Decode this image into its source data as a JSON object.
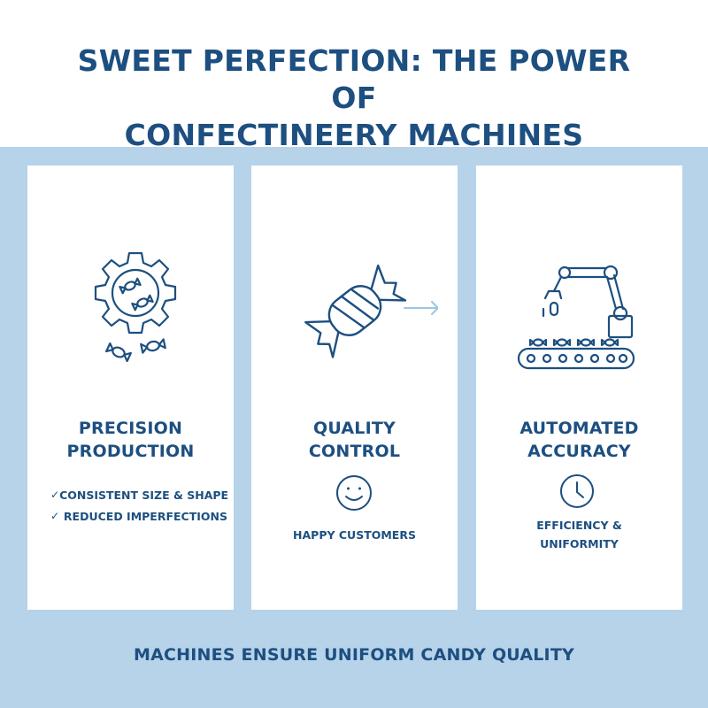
{
  "title": {
    "line1": "SWEET PERFECTION: THE POWER OF",
    "line2": "CONFECTINEERY MACHINES"
  },
  "colors": {
    "primary": "#1d4f80",
    "panel_background": "#b6d3ea",
    "arrow": "#9cc6e2"
  },
  "cards": [
    {
      "icon": "gear-with-candies-icon",
      "title_line1": "PRECISION",
      "title_line2": "PRODUCTION",
      "bullets": [
        "CONSISTENT SIZE & SHAPE",
        "REDUCED IMPERFECTIONS"
      ]
    },
    {
      "icon": "wrapped-candy-icon",
      "title_line1": "QUALITY",
      "title_line2": "CONTROL",
      "sub_icon": "smiley-face-icon",
      "caption": "HAPPY CUSTOMERS"
    },
    {
      "icon": "robotic-arm-conveyor-icon",
      "title_line1": "AUTOMATED",
      "title_line2": "ACCURACY",
      "sub_icon": "clock-icon",
      "caption_line1": "EFFICIENCY &",
      "caption_line2": "UNIFORMITY"
    }
  ],
  "footer": {
    "text": "MACHINES ENSURE UNIFORM CANDY QUALITY"
  }
}
